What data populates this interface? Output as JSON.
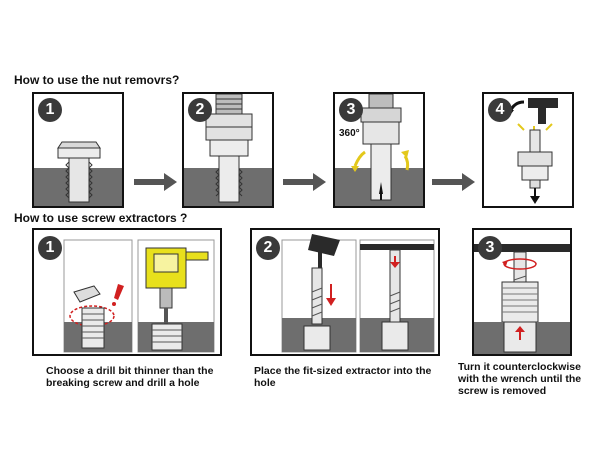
{
  "headings": {
    "nut_remover": "How to use the nut removrs?",
    "screw_extractor": "How to use screw extractors ?"
  },
  "top_steps": [
    {
      "number": "1"
    },
    {
      "number": "2"
    },
    {
      "number": "3",
      "rotation_label": "360°"
    },
    {
      "number": "4"
    }
  ],
  "bottom_steps": [
    {
      "number": "1",
      "caption": "Choose a drill bit thinner than the breaking screw and drill a hole"
    },
    {
      "number": "2",
      "caption": "Place the fit-sized extractor into the hole"
    },
    {
      "number": "3",
      "caption": "Turn it counterclockwise with the wrench until the screw is removed"
    }
  ],
  "colors": {
    "ground": "#6e6e6e",
    "drill_yellow": "#e8e01c",
    "arrow_red": "#d12020",
    "yellow_arrow": "#e3c81b"
  }
}
